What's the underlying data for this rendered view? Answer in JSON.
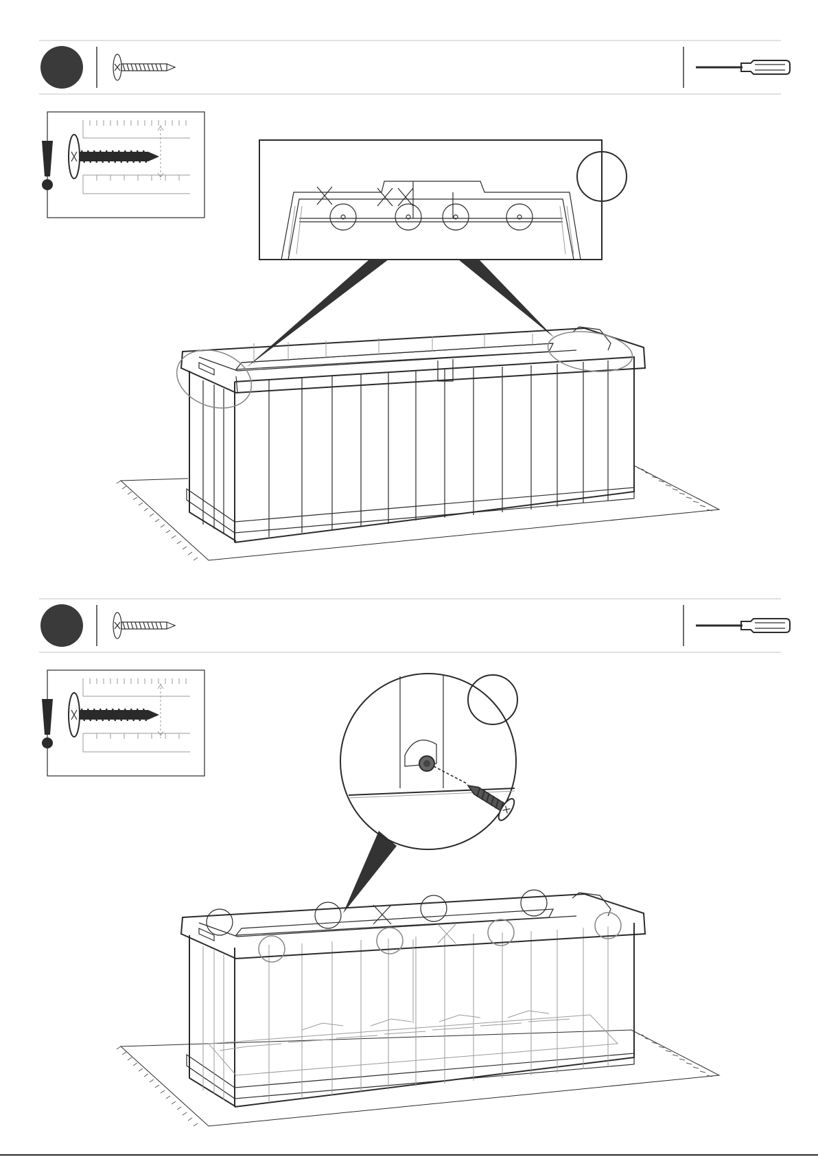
{
  "document": {
    "type": "assembly-instructions",
    "steps": [
      {
        "name": "step-a",
        "hardware": "screw-icon",
        "tool": "screwdriver-icon",
        "warning": "exclamation-icon",
        "callouts": 4,
        "excluded_positions": 2
      },
      {
        "name": "step-b",
        "hardware": "screw-icon",
        "tool": "screwdriver-icon",
        "warning": "exclamation-icon",
        "callouts": 10,
        "excluded_positions": 2
      }
    ],
    "colors": {
      "ink": "#2a2a2a",
      "step_badge": "#3a3a3a",
      "callout": "#8a8a8a",
      "rule": "#cfcfcf"
    }
  }
}
